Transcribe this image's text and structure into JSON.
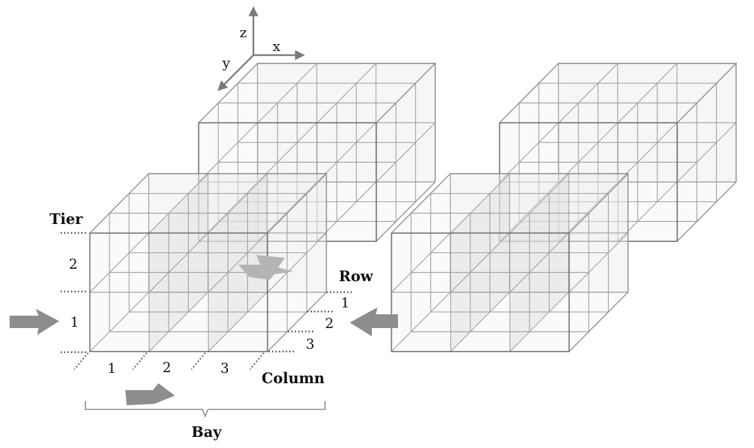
{
  "axes": {
    "z": "z",
    "x": "x",
    "y": "y"
  },
  "labels": {
    "tier": "Tier",
    "row": "Row",
    "column": "Column",
    "bay": "Bay"
  },
  "tiers": [
    "2",
    "1"
  ],
  "columns": [
    "1",
    "2",
    "3"
  ],
  "rows": [
    "1",
    "2",
    "3"
  ],
  "colors": {
    "lines": "#8a8a8a",
    "arrows": "#8d8d8d",
    "text": "#111111"
  }
}
